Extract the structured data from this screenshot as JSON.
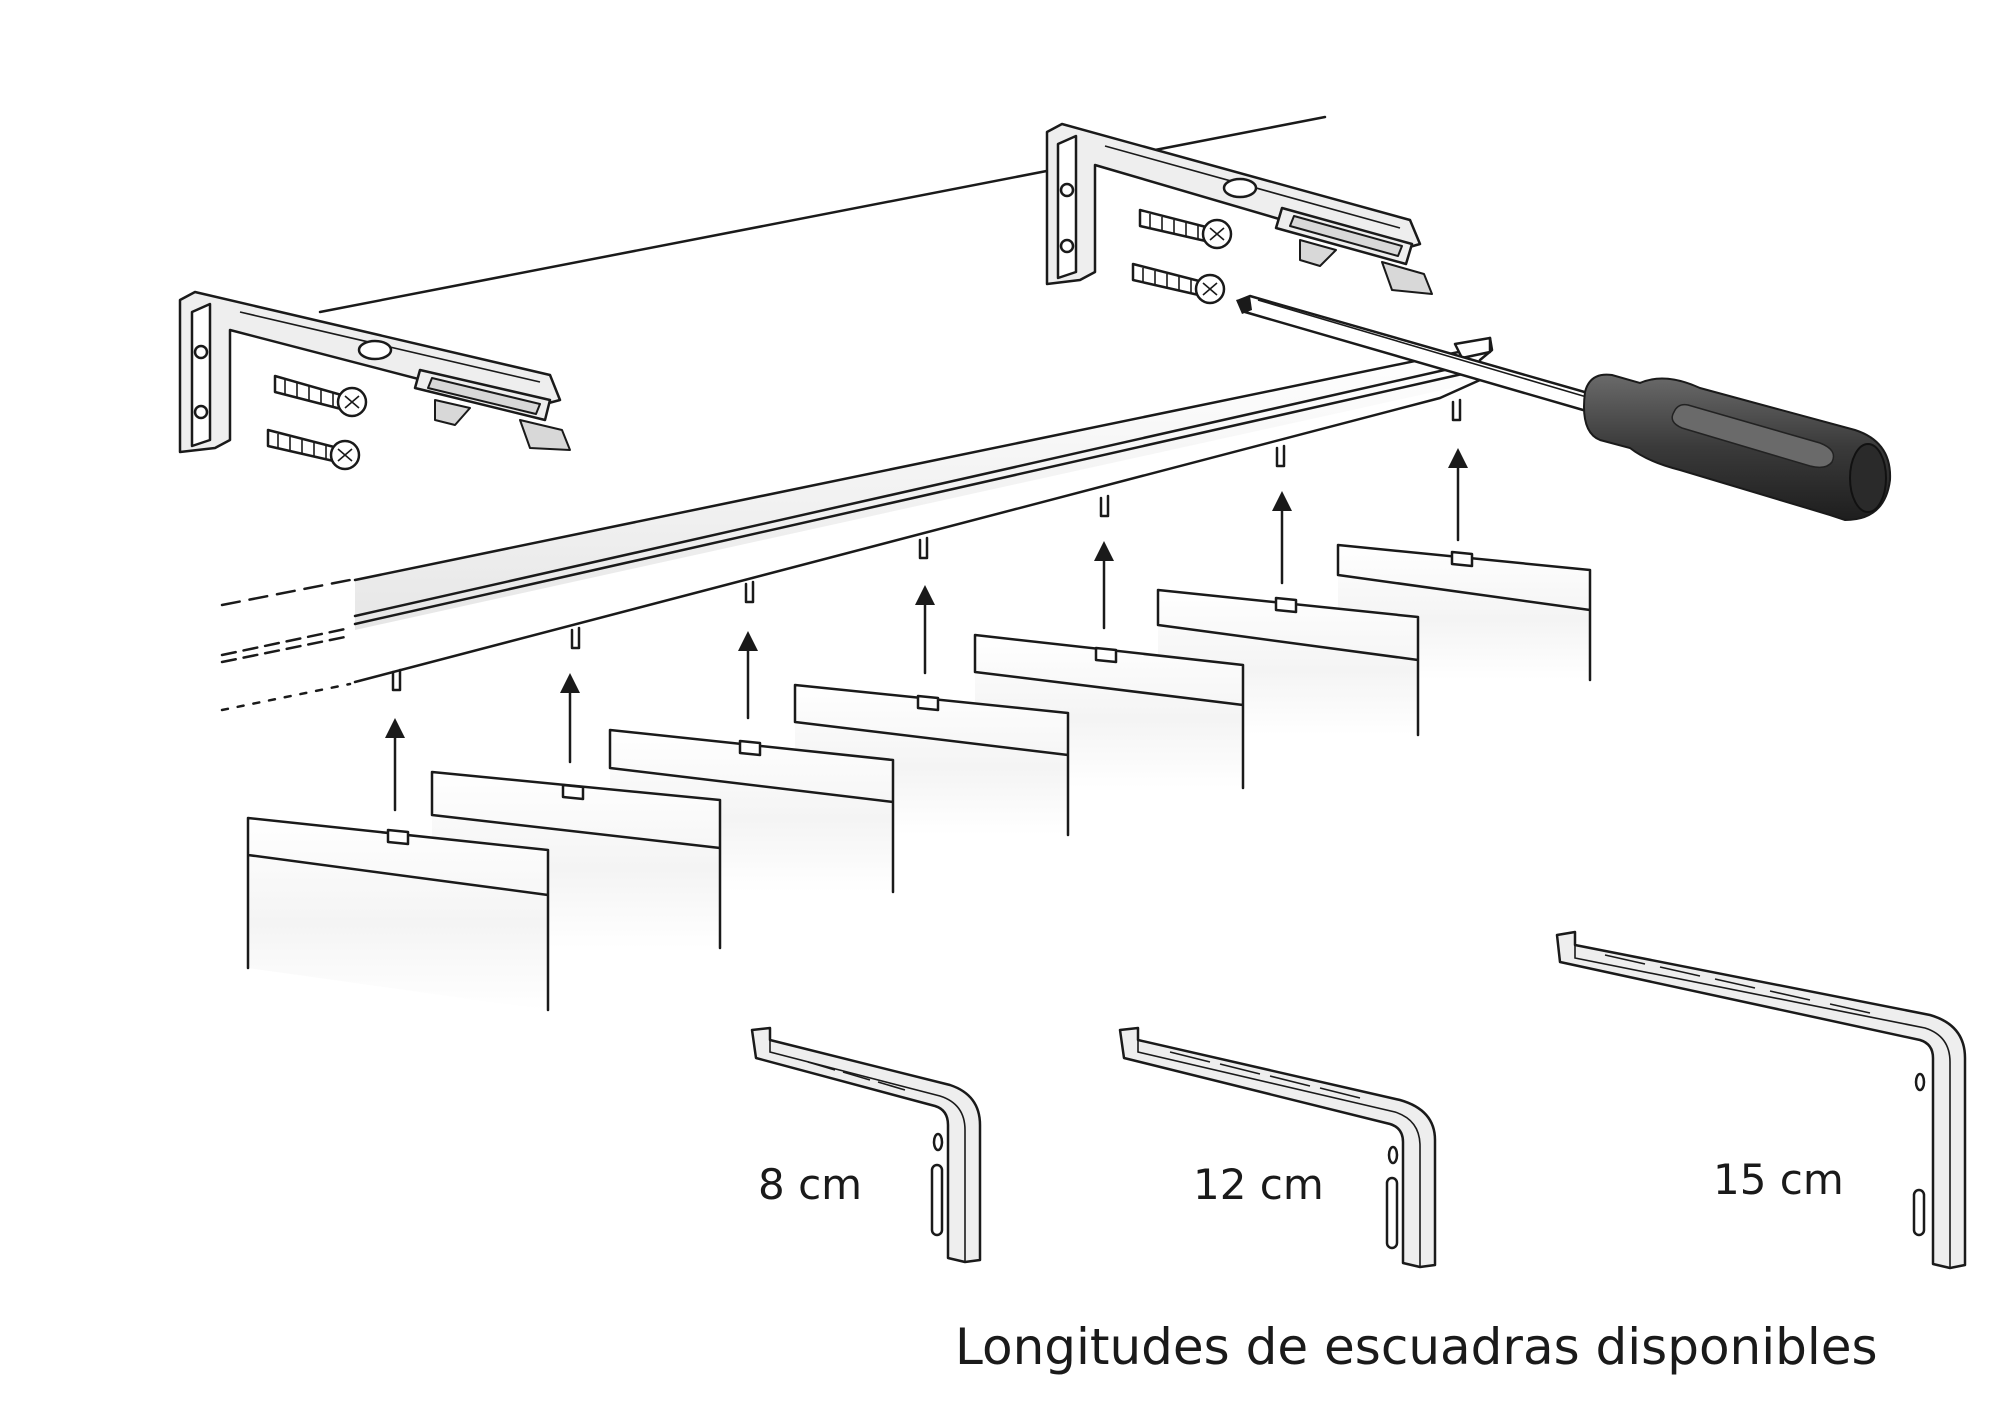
{
  "diagram": {
    "colors": {
      "line": "#1a1a1a",
      "metal": "#eeeeee",
      "handle": "#3a3a3a",
      "background": "#ffffff"
    },
    "bracket_sizes": [
      {
        "label": "8 cm"
      },
      {
        "label": "12 cm"
      },
      {
        "label": "15 cm"
      }
    ],
    "caption": "Longitudes de escuadras disponibles",
    "slat_count": 7,
    "icons": [
      "wall-bracket-icon",
      "screw-icon",
      "screwdriver-icon",
      "up-arrow-icon",
      "headrail-icon",
      "slat-icon"
    ]
  }
}
